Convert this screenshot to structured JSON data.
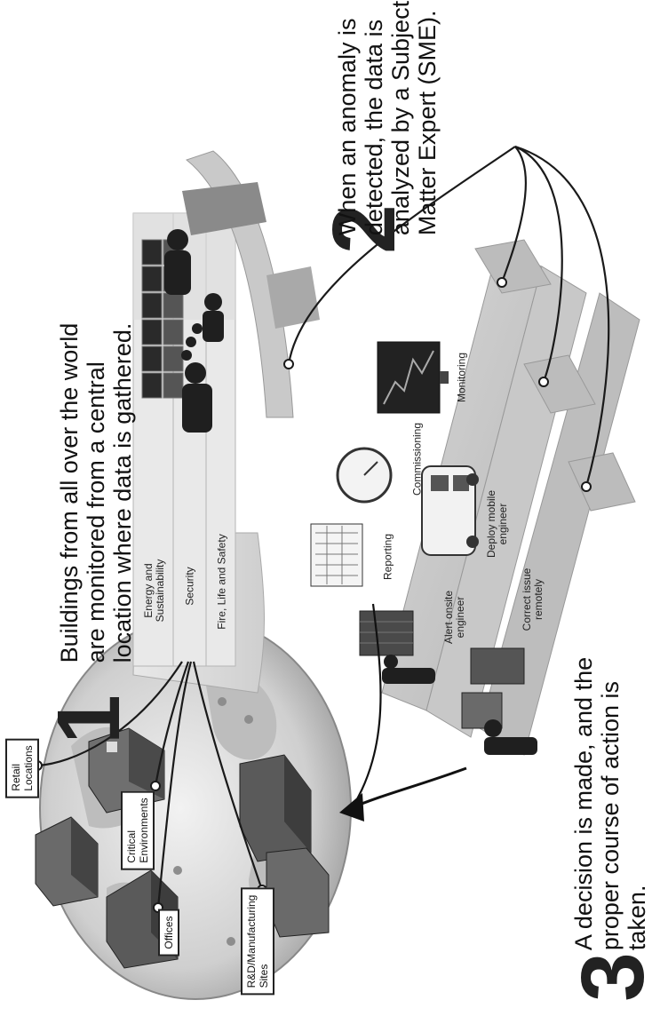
{
  "steps": [
    {
      "number": "1",
      "lines": [
        "Buildings from all over the world",
        "are monitored from a central",
        "location where data is gathered."
      ]
    },
    {
      "number": "2",
      "lines": [
        "When an anomaly is",
        "detected, the data is",
        "analyzed by a Subject",
        "Matter Expert (SME)."
      ]
    },
    {
      "number": "3",
      "lines": [
        "A decision is made, and the",
        "proper course of action is",
        "taken."
      ]
    }
  ],
  "locations": {
    "retail": [
      "Retail",
      "Locations"
    ],
    "critical": [
      "Critical",
      "Environments"
    ],
    "offices": [
      "Offices"
    ],
    "rnd": [
      "R&D/Manufacturing",
      "Sites"
    ]
  },
  "bands": {
    "energy": [
      "Energy and",
      "Sustainability"
    ],
    "security": [
      "Security"
    ],
    "fire": [
      "Fire, Life and Safety"
    ]
  },
  "actions": {
    "reporting": "Reporting",
    "commissioning": "Commissioning",
    "monitoring": "Monitoring",
    "alert": [
      "Alert onsite",
      "engineer"
    ],
    "deploy": [
      "Deploy mobile",
      "engineer"
    ],
    "correct": [
      "Correct issue",
      "remotely"
    ]
  }
}
